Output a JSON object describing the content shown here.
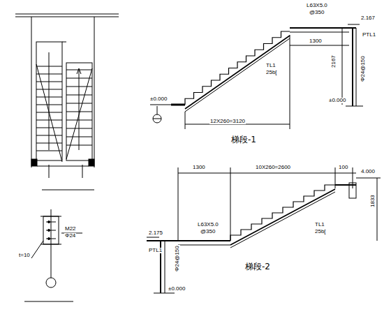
{
  "diagram": {
    "labels": [
      "L63X5.0",
      "@350",
      "2.167",
      "1300",
      "PTL1",
      "TL1",
      "25b[",
      "2167",
      "Φ24@150",
      "±0.000",
      "±0.000",
      "12X260=3120",
      "梯段-1",
      "1300",
      "10X260=2600",
      "100",
      "4.000",
      "L63X5.0",
      "@350",
      "2.175",
      "PTL1",
      "TL1",
      "25b[",
      "1833",
      "±0.000",
      "Φ24@150",
      "梯段-2",
      "M22",
      "Φ24",
      "t=10"
    ]
  }
}
